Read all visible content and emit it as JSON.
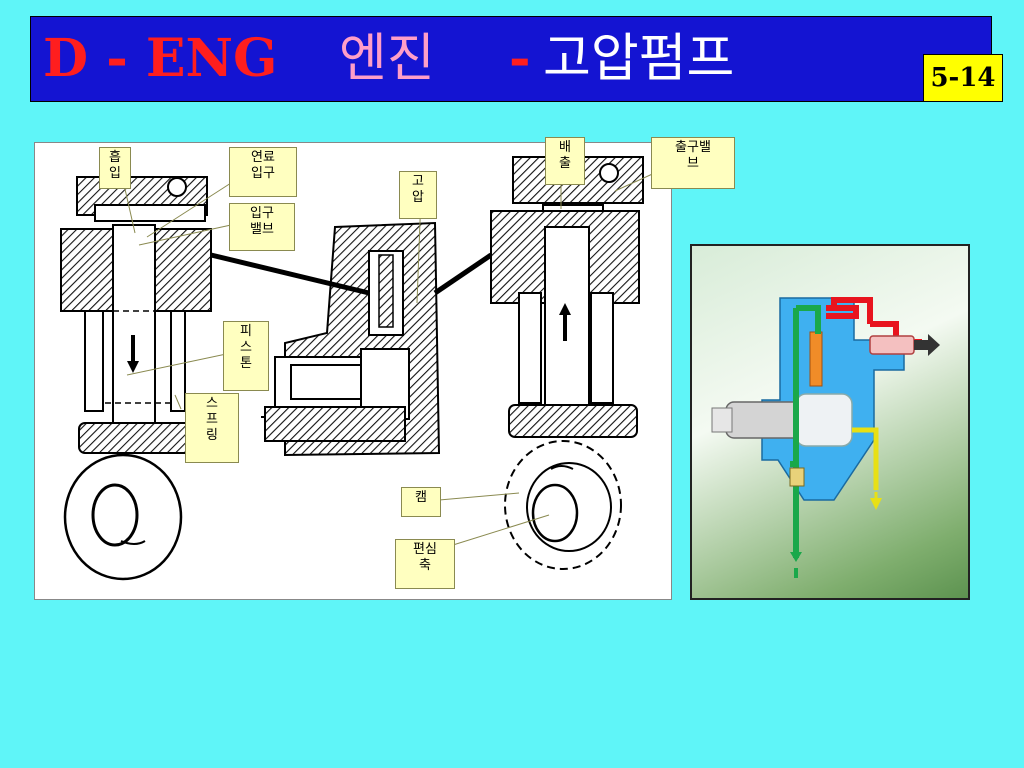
{
  "title": {
    "eng": "D - ENG",
    "engine": "엔진",
    "dash": "-",
    "pump": "고압펌프"
  },
  "page_number": "5-14",
  "labels": {
    "intake": "흡\n입",
    "fuel_inlet": "연료\n입구",
    "inlet_valve": "입구\n밸브",
    "piston": "피\n스\n톤",
    "spring": "스\n프\n링",
    "high_pressure": "고\n압",
    "discharge": "배\n출",
    "outlet_valve": "출구밸\n브",
    "cam": "캠",
    "eccentric_shaft": "편심\n축"
  },
  "colors": {
    "title_bg": "#1414d2",
    "background": "#5ff5f8",
    "callout_bg": "#ffffc0",
    "high_pressure_line": "#e8141e",
    "low_pressure_line": "#1aa84a",
    "return_line": "#e8e014",
    "pump_body": "#3fb0f0"
  }
}
